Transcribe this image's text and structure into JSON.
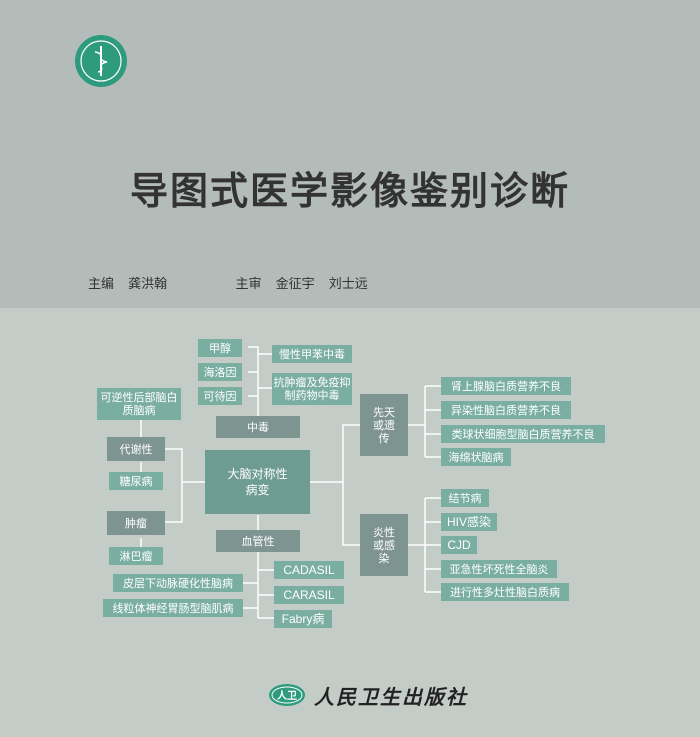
{
  "title": "导图式医学影像鉴别诊断",
  "credits": {
    "chief_editor_label": "主编",
    "chief_editor": "龚洪翰",
    "reviewer_label": "主审",
    "reviewer_1": "金征宇",
    "reviewer_2": "刘士远"
  },
  "diagram": {
    "center": "大脑对称性病变",
    "toxic": "中毒",
    "toxic_causes": [
      "甲醇",
      "海洛因",
      "可待因"
    ],
    "toxic_results": [
      "慢性甲苯中毒",
      "抗肿瘤及免疫抑制药物中毒"
    ],
    "metabolic": "代谢性",
    "metabolic_items": [
      "可逆性后部脑白质脑病",
      "糖尿病"
    ],
    "tumor": "肿瘤",
    "tumor_items": [
      "淋巴瘤"
    ],
    "vascular": "血管性",
    "vascular_items": [
      "CADASIL",
      "CARASIL",
      "Fabry病"
    ],
    "vascular_left_items": [
      "皮层下动脉硬化性脑病",
      "线粒体神经胃肠型脑肌病"
    ],
    "congenital": "先天或遗传",
    "congenital_items": [
      "肾上腺脑白质营养不良",
      "异染性脑白质营养不良",
      "类球状细胞型脑白质营养不良",
      "海绵状脑病"
    ],
    "inflammatory": "炎性或感染",
    "inflammatory_items": [
      "结节病",
      "HIV感染",
      "CJD",
      "亚急性坏死性全脑炎",
      "进行性多灶性脑白质病"
    ]
  },
  "publisher": {
    "name": "人民卫生出版社",
    "logo_text": "人卫"
  },
  "colors": {
    "top_bg": "#b4bcb9",
    "bottom_bg": "#c4ccc8",
    "logo_green": "#2e9a7e",
    "box_mint": "#7aaea0",
    "box_gray": "#7e9490"
  }
}
